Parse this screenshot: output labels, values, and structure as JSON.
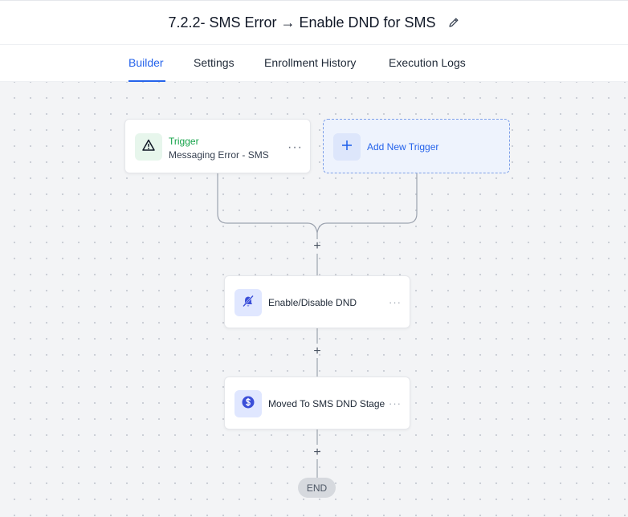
{
  "header": {
    "title": "7.2.2- SMS Error → Enable DND for SMS"
  },
  "tabs": [
    {
      "label": "Builder",
      "active": true
    },
    {
      "label": "Settings",
      "active": false
    },
    {
      "label": "Enrollment History",
      "active": false
    },
    {
      "label": "Execution Logs",
      "active": false
    }
  ],
  "trigger": {
    "label": "Trigger",
    "name": "Messaging Error - SMS",
    "icon": "warning-triangle-icon",
    "color": "#16a34a"
  },
  "add_trigger": {
    "label": "Add New Trigger",
    "icon": "plus-icon",
    "color": "#2563eb"
  },
  "actions": [
    {
      "label": "Enable/Disable DND",
      "icon": "bell-off-icon"
    },
    {
      "label": "Moved To SMS DND Stage",
      "icon": "dollar-icon"
    }
  ],
  "menu_symbol": "···",
  "add_step_symbol": "+",
  "end_label": "END",
  "colors": {
    "accent": "#2563eb",
    "trigger_green": "#16a34a",
    "icon_bg": "#e0e7ff",
    "canvas": "#f3f4f6"
  }
}
